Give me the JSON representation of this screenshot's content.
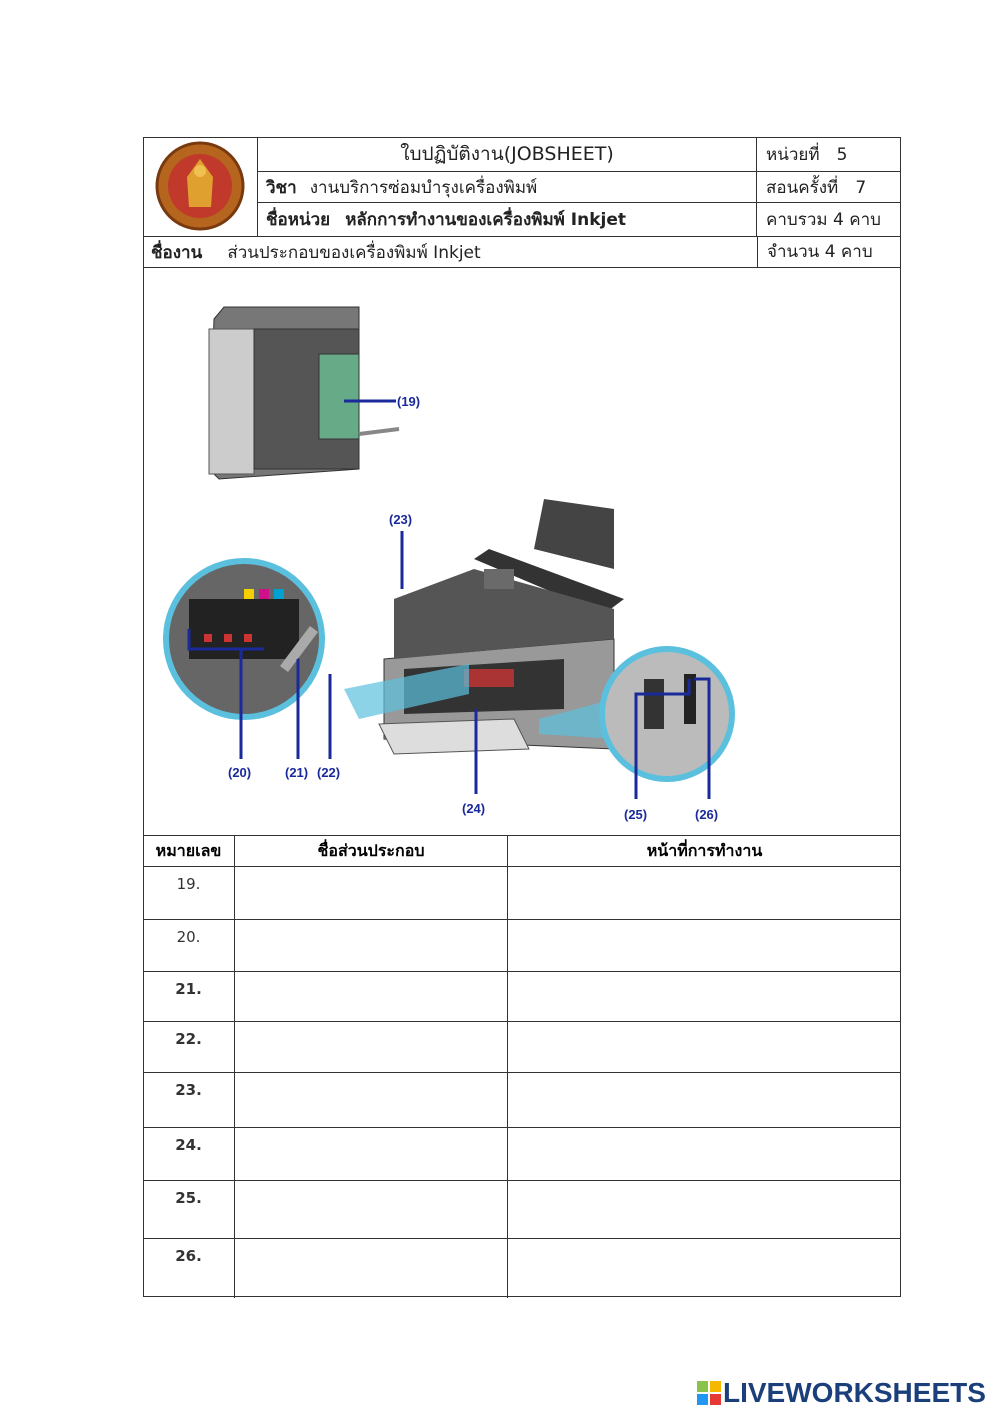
{
  "header": {
    "title": "ใบปฏิบัติงาน(JOBSHEET)",
    "unit_label": "หน่วยที่",
    "unit_value": "5",
    "subject_label": "วิชา",
    "subject_value": "งานบริการซ่อมบำรุงเครื่องพิมพ์",
    "lesson_label": "สอนครั้งที่",
    "lesson_value": "7",
    "unit_name_label": "ชื่อหน่วย",
    "unit_name_value": "หลักการทำงานของเครื่องพิมพ์ Inkjet",
    "total_periods": "คาบรวม 4 คาบ",
    "job_label": "ชื่องาน",
    "job_value": "ส่วนประกอบของเครื่องพิมพ์ Inkjet",
    "periods": "จำนวน  4  คาบ"
  },
  "figure": {
    "callouts": [
      "(19)",
      "(20)",
      "(21)",
      "(22)",
      "(23)",
      "(24)",
      "(25)",
      "(26)"
    ],
    "callout_color": "#1a2a9a"
  },
  "table": {
    "headers": [
      "หมายเลข",
      "ชื่อส่วนประกอบ",
      "หน้าที่การทำงาน"
    ],
    "rows": [
      "19.",
      "20.",
      "21.",
      "22.",
      "23.",
      "24.",
      "25.",
      "26."
    ]
  },
  "footer": {
    "brand": "LIVEWORKSHEETS",
    "brand_color": "#1b3f7a"
  }
}
